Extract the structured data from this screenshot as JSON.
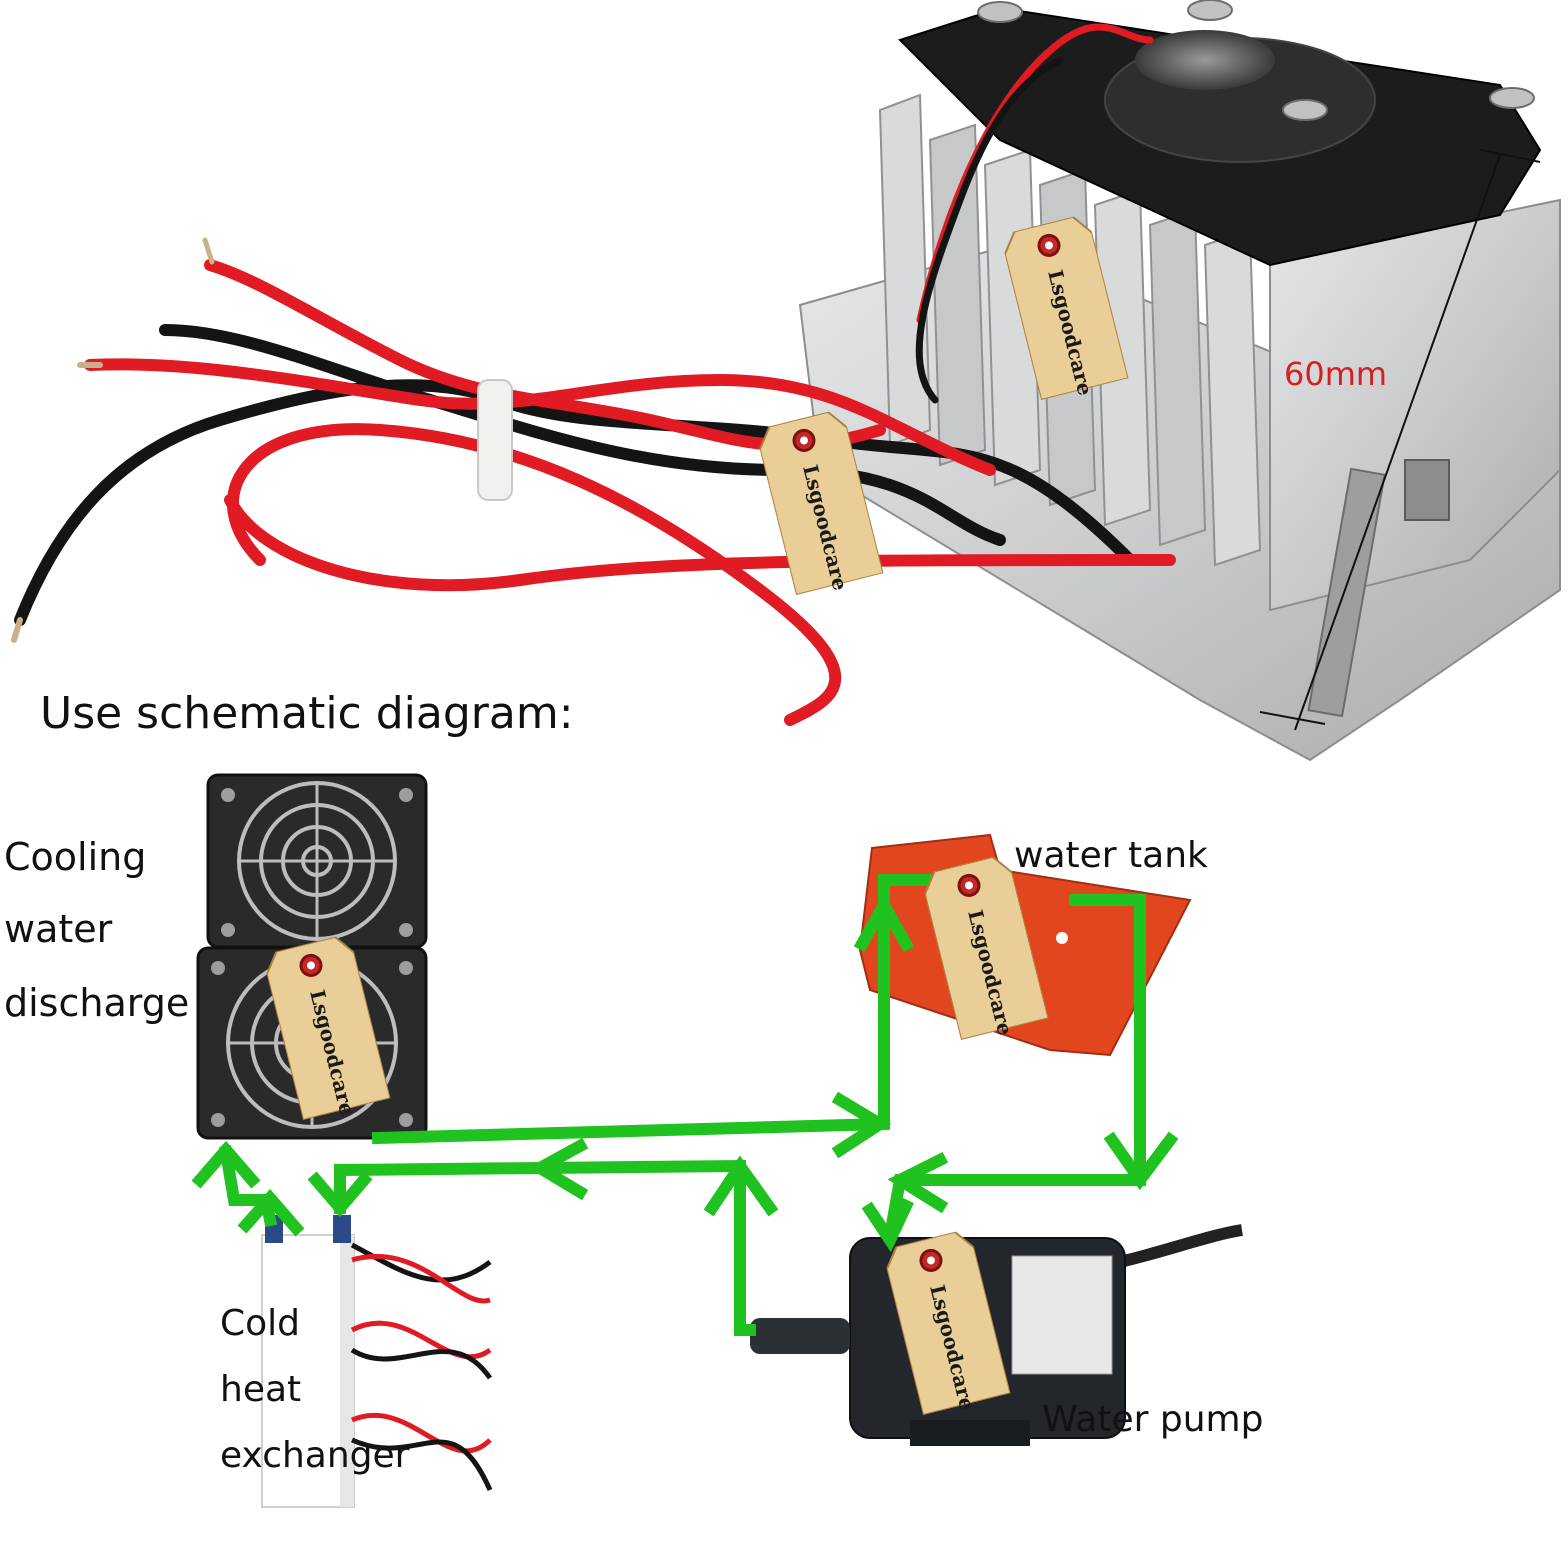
{
  "title": "Use schematic diagram:",
  "dimension_label": "60mm",
  "tag_text": "Lsgoodcare",
  "labels": {
    "cooling": [
      "Cooling",
      "water",
      "discharge"
    ],
    "water_tank": "water tank",
    "cold_exchanger": [
      "Cold",
      "heat",
      "exchanger"
    ],
    "water_pump": "Water pump"
  },
  "colors": {
    "flow_arrow": "#1fc21f",
    "wire_red": "#e01b24",
    "wire_black": "#141414",
    "heatsink": "#cfd1d3",
    "fan_black": "#1c1c1c",
    "tank": "#e2461f",
    "tag": "#e9cf97",
    "dimension_text": "#d61f1f"
  }
}
